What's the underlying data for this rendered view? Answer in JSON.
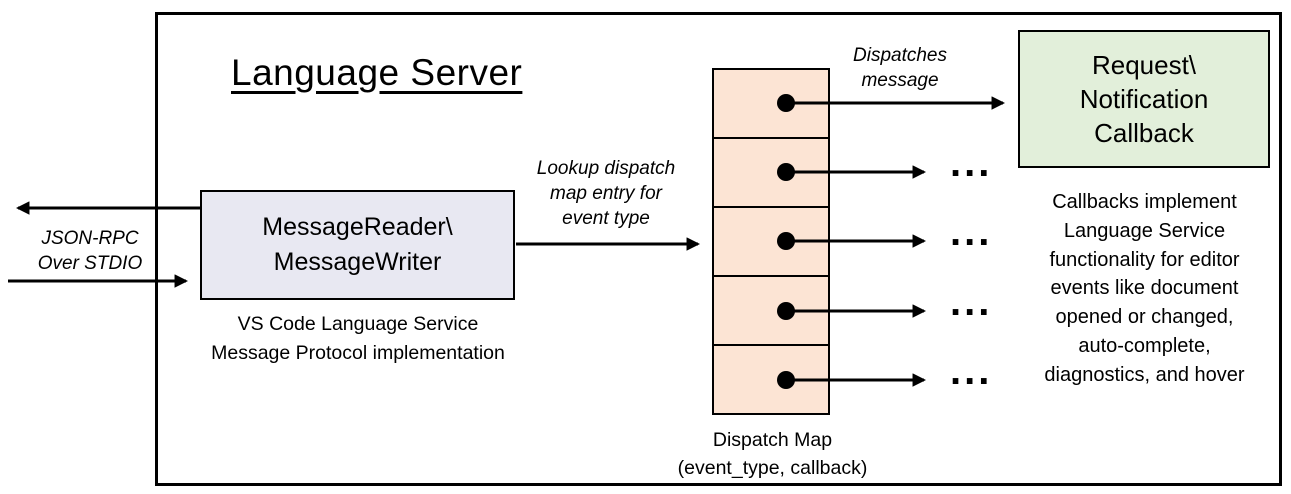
{
  "diagram": {
    "title": "Language Server",
    "stdio_label": "JSON-RPC\nOver STDIO",
    "message_box": {
      "label": "MessageReader\\\nMessageWriter",
      "caption": "VS Code Language Service\nMessage Protocol implementation"
    },
    "lookup_label": "Lookup dispatch\nmap entry for\nevent type",
    "dispatches_label": "Dispatches\nmessage",
    "dispatch_map": {
      "caption": "Dispatch Map\n(event_type, callback)",
      "cell_count": 5
    },
    "callback_box": {
      "label": "Request\\\nNotification\nCallback",
      "description": "Callbacks implement\nLanguage Service\nfunctionality for editor\nevents like document\nopened or changed,\nauto-complete,\ndiagnostics, and hover"
    },
    "ellipsis": "..."
  },
  "colors": {
    "message_box_fill": "#e8e8f2",
    "dispatch_cell_fill": "#fce4d4",
    "callback_box_fill": "#e2efda",
    "stroke": "#000000"
  }
}
